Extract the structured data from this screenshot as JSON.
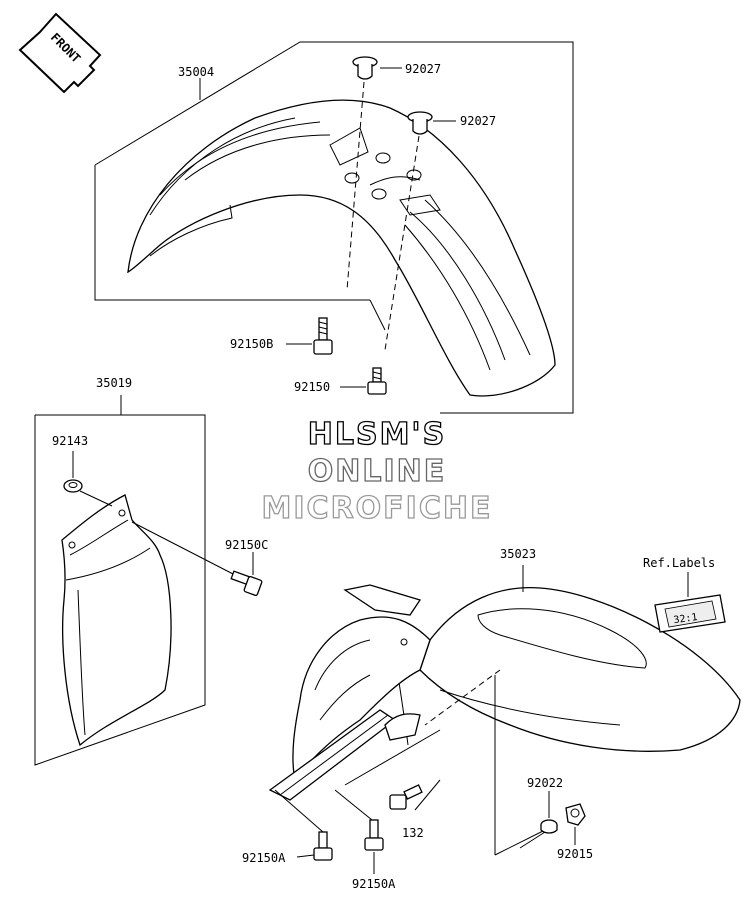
{
  "front_arrow": {
    "text": "FRONT"
  },
  "watermark": {
    "line1": "HLSM'S",
    "line2": "ONLINE",
    "line3": "MICROFICHE",
    "color1": "#000000",
    "color2": "#666666",
    "color3": "#999999"
  },
  "parts": {
    "p35004": "35004",
    "p92027a": "92027",
    "p92027b": "92027",
    "p92150B": "92150B",
    "p92150": "92150",
    "p35019": "35019",
    "p92143": "92143",
    "p92150C": "92150C",
    "p35023": "35023",
    "p92022": "92022",
    "p92015": "92015",
    "p132": "132",
    "p92150A_1": "92150A",
    "p92150A_2": "92150A"
  },
  "ref_labels": {
    "title": "Ref.Labels",
    "sticker_text": "32:1"
  }
}
